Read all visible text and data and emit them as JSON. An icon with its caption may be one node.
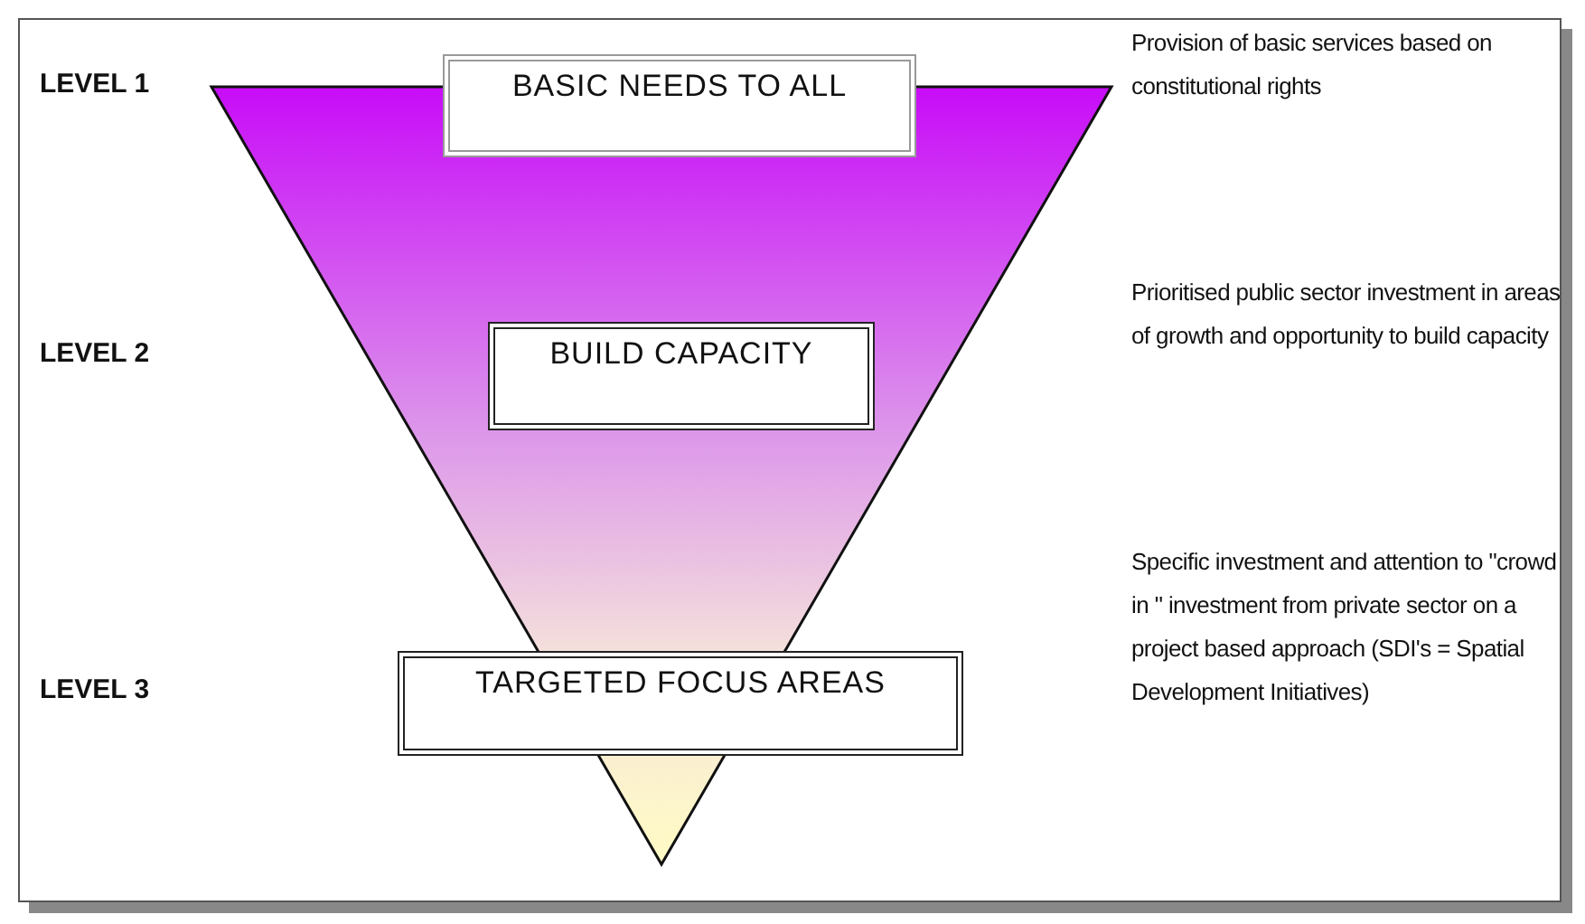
{
  "diagram": {
    "nodes": [
      {
        "text": [
          "BASIC NEEDS TO ALL"
        ]
      },
      {
        "text": [
          "BUILD CAPACITY"
        ]
      },
      {
        "text": [
          "TARGETED FOCUS AREAS"
        ]
      }
    ],
    "labels": [
      "LEVEL 1",
      "Provision of basic services based on constitutional rights",
      "LEVEL 2",
      "Prioritised public sector investment in areas of growth and opportunity to build capacity",
      "LEVEL 3",
      "Specific investment and attention to \"crowd in \" investment from private sector on a project based approach (SDI's = Spatial Development Initiatives)"
    ]
  }
}
